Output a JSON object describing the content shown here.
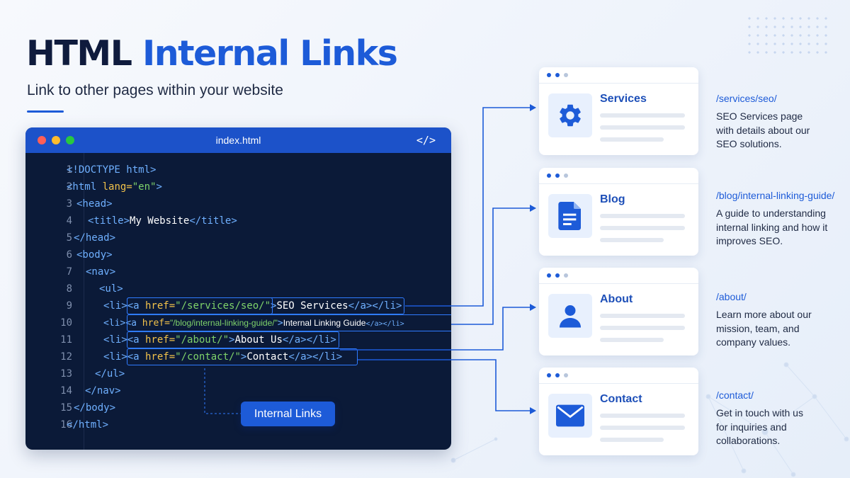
{
  "header": {
    "title_part1": "HTML",
    "title_part2": "Internal Links",
    "subtitle": "Link to other pages within your website"
  },
  "editor": {
    "filename": "index.html",
    "code_icon": "</>",
    "line_numbers": [
      "1",
      "2",
      "3",
      "4",
      "5",
      "6",
      "7",
      "8",
      "9",
      "10",
      "11",
      "12",
      "13",
      "14",
      "15",
      "16"
    ],
    "lines": {
      "l1": "<!DOCTYPE html>",
      "l2_tag": "<html",
      "l2_attr": " lang=",
      "l2_str": "\"en\"",
      "l2_end": ">",
      "l3": "<head>",
      "l4_open": "<title>",
      "l4_text": "My Website",
      "l4_close": "</title>",
      "l5": "</head>",
      "l6": "<body>",
      "l7": "<nav>",
      "l8": "<ul>",
      "li_open": "<li>",
      "a_open": "<a",
      "href": " href=",
      "link1_href": "\"/services/seo/\"",
      "link1_text": "SEO Services",
      "link2_href": "\"/blog/internal-linking-guide/\"",
      "link2_text": "Internal Linking Guide",
      "link3_href": "\"/about/\"",
      "link3_text": "About Us",
      "link4_href": "\"/contact/\"",
      "link4_text": "Contact",
      "gt": ">",
      "a_close": "</a>",
      "li_close": "</li>",
      "l13": "</ul>",
      "l14": "</nav>",
      "l15": "</body>",
      "l16": "</html>"
    },
    "badge": "Internal Links"
  },
  "cards": [
    {
      "title": "Services",
      "icon": "gear-icon",
      "path": "/services/seo/",
      "description": "SEO Services page with details about our SEO solutions."
    },
    {
      "title": "Blog",
      "icon": "document-icon",
      "path": "/blog/internal-linking-guide/",
      "description": "A guide to understanding internal linking and how it improves SEO."
    },
    {
      "title": "About",
      "icon": "user-icon",
      "path": "/about/",
      "description": "Learn more about our mission, team, and company values."
    },
    {
      "title": "Contact",
      "icon": "envelope-icon",
      "path": "/contact/",
      "description": "Get in touch with us for inquiries and collaborations."
    }
  ],
  "colors": {
    "accent": "#1d5bd8",
    "editor_bg": "#0b1a38",
    "editor_bar": "#1c52c9",
    "tag": "#6fb0ff",
    "attr": "#f2c24a",
    "string": "#7fd36a"
  }
}
